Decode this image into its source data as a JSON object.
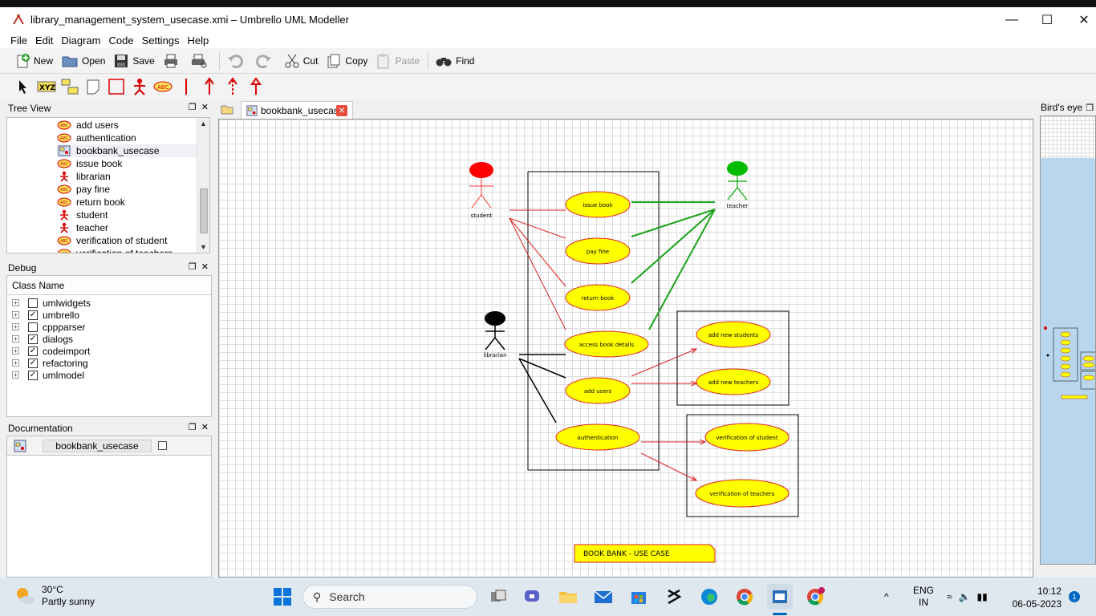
{
  "window": {
    "title": "library_management_system_usecase.xmi – Umbrello UML Modeller"
  },
  "menubar": [
    "File",
    "Edit",
    "Diagram",
    "Code",
    "Settings",
    "Help"
  ],
  "toolbar": {
    "new": "New",
    "open": "Open",
    "save": "Save",
    "cut": "Cut",
    "copy": "Copy",
    "paste": "Paste",
    "find": "Find"
  },
  "tree_view": {
    "title": "Tree View",
    "items": [
      {
        "label": "add users",
        "icon": "usecase-icon"
      },
      {
        "label": "authentication",
        "icon": "usecase-icon"
      },
      {
        "label": "bookbank_usecase",
        "icon": "diagram-icon"
      },
      {
        "label": "issue book",
        "icon": "usecase-icon"
      },
      {
        "label": "librarian",
        "icon": "actor-icon"
      },
      {
        "label": "pay fine",
        "icon": "usecase-icon"
      },
      {
        "label": "return book",
        "icon": "usecase-icon"
      },
      {
        "label": "student",
        "icon": "actor-icon"
      },
      {
        "label": "teacher",
        "icon": "actor-icon"
      },
      {
        "label": "verification of student",
        "icon": "usecase-icon"
      },
      {
        "label": "verification of teachers",
        "icon": "usecase-icon"
      }
    ]
  },
  "debug": {
    "title": "Debug",
    "column": "Class Name",
    "rows": [
      {
        "label": "umlwidgets",
        "checked": false
      },
      {
        "label": "umbrello",
        "checked": true
      },
      {
        "label": "cppparser",
        "checked": false
      },
      {
        "label": "dialogs",
        "checked": true
      },
      {
        "label": "codeimport",
        "checked": true
      },
      {
        "label": "refactoring",
        "checked": true
      },
      {
        "label": "umlmodel",
        "checked": true
      }
    ]
  },
  "documentation": {
    "title": "Documentation",
    "name": "bookbank_usecase"
  },
  "tab": {
    "label": "bookbank_usecase"
  },
  "birds_eye": {
    "title": "Bird's eye"
  },
  "diagram": {
    "actors": [
      {
        "label": "student",
        "color": "#ff0000"
      },
      {
        "label": "teacher",
        "color": "#00bb00"
      },
      {
        "label": "librarian",
        "color": "#000000"
      }
    ],
    "usecases": [
      "issue book",
      "pay fine",
      "return book",
      "access book details",
      "add users",
      "authentication",
      "add new students",
      "add new teachers",
      "verification of student",
      "verification of teachers"
    ],
    "note": "BOOK BANK - USE CASE"
  },
  "taskbar": {
    "temperature": "30°C",
    "weather": "Partly sunny",
    "search": "Search",
    "lang1": "ENG",
    "lang2": "IN",
    "time": "10:12",
    "date": "06-05-2023",
    "notifications": "1"
  }
}
